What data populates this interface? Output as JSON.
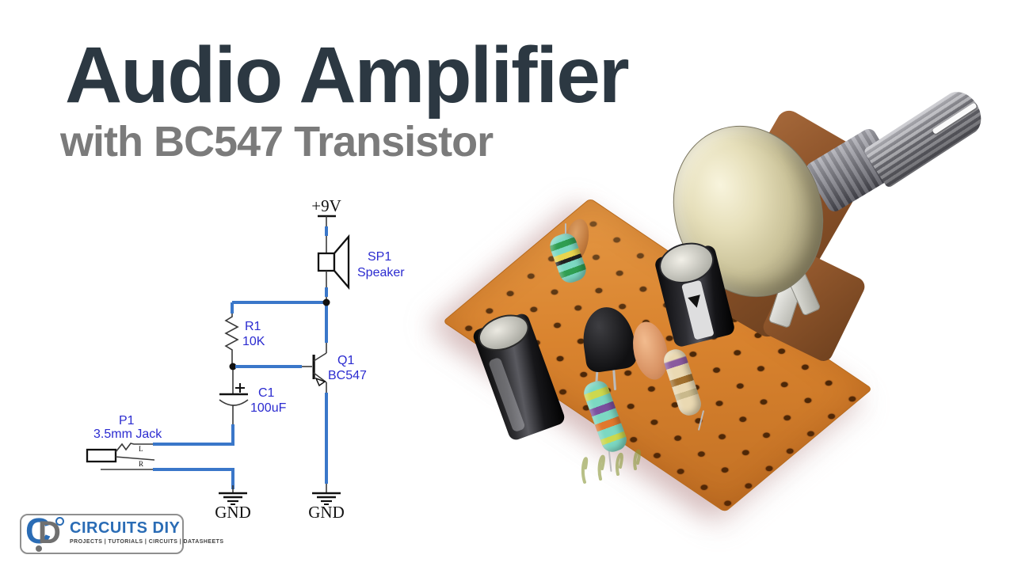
{
  "header": {
    "title": "Audio Amplifier",
    "subtitle": "with BC547 Transistor",
    "title_color": "#2c3842",
    "subtitle_color": "#7b7b7b"
  },
  "schematic": {
    "power_label": "+9V",
    "speaker_ref": "SP1",
    "speaker_name": "Speaker",
    "resistor_ref": "R1",
    "resistor_value": "10K",
    "transistor_ref": "Q1",
    "transistor_value": "BC547",
    "capacitor_ref": "C1",
    "capacitor_value": "100uF",
    "jack_ref": "P1",
    "jack_name": "3.5mm Jack",
    "jack_left_channel": "L",
    "jack_right_channel": "R",
    "ground_left": "GND",
    "ground_right": "GND",
    "wire_color": "#3a77c9",
    "label_color": "#2b2bd0"
  },
  "logo": {
    "monogram_c": "C",
    "monogram_d": "D",
    "wordmark": "CIRCUITS DIY",
    "tagline": "PROJECTS | TUTORIALS | CIRCUITS | DATASHEETS",
    "blue": "#2a6cb5",
    "gray": "#707070"
  },
  "photo": {
    "board_color": "#d9832e"
  }
}
